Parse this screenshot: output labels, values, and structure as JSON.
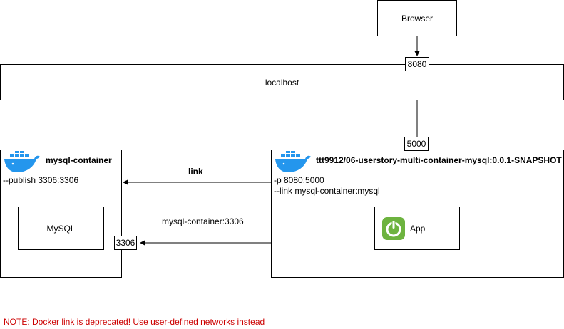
{
  "browser": {
    "label": "Browser"
  },
  "localhost": {
    "label": "localhost",
    "port_top": "8080",
    "port_bottom": "5000"
  },
  "mysql_container": {
    "title": "mysql-container",
    "option": "--publish 3306:3306",
    "inner_label": "MySQL",
    "port": "3306",
    "icon": "docker-icon"
  },
  "app_container": {
    "title": "ttt9912/06-userstory-multi-container-mysql:0.0.1-SNAPSHOT",
    "option_1": "-p 8080:5000",
    "option_2": "--link mysql-container:mysql",
    "inner_label": "App",
    "icon": "docker-icon",
    "app_icon": "spring-power-icon"
  },
  "edges": {
    "link_label": "link",
    "connection_label": "mysql-container:3306"
  },
  "note": "NOTE: Docker link is deprecated! Use user-defined networks instead",
  "colors": {
    "note": "#cc0000",
    "docker": "#2496ed",
    "spring": "#6db33f"
  }
}
